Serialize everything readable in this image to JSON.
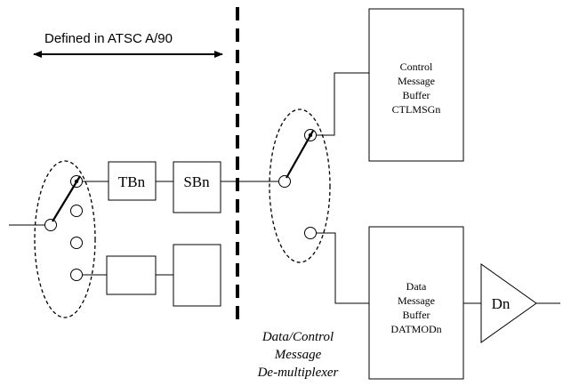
{
  "top_annotation": {
    "text": "Defined in ATSC A/90"
  },
  "buffers": {
    "tb": "TBn",
    "sb": "SBn",
    "tb_lower": "",
    "sb_lower": ""
  },
  "control_buffer": {
    "line1": "Control",
    "line2": "Message",
    "line3": "Buffer",
    "line4": "CTLMSGn"
  },
  "data_buffer": {
    "line1": "Data",
    "line2": "Message",
    "line3": "Buffer",
    "line4": "DATMODn"
  },
  "decoder": {
    "label": "Dn"
  },
  "demux_caption": {
    "line1": "Data/Control",
    "line2": "Message",
    "line3": "De-multiplexer"
  },
  "colors": {
    "stroke": "#000000",
    "background": "#ffffff"
  }
}
